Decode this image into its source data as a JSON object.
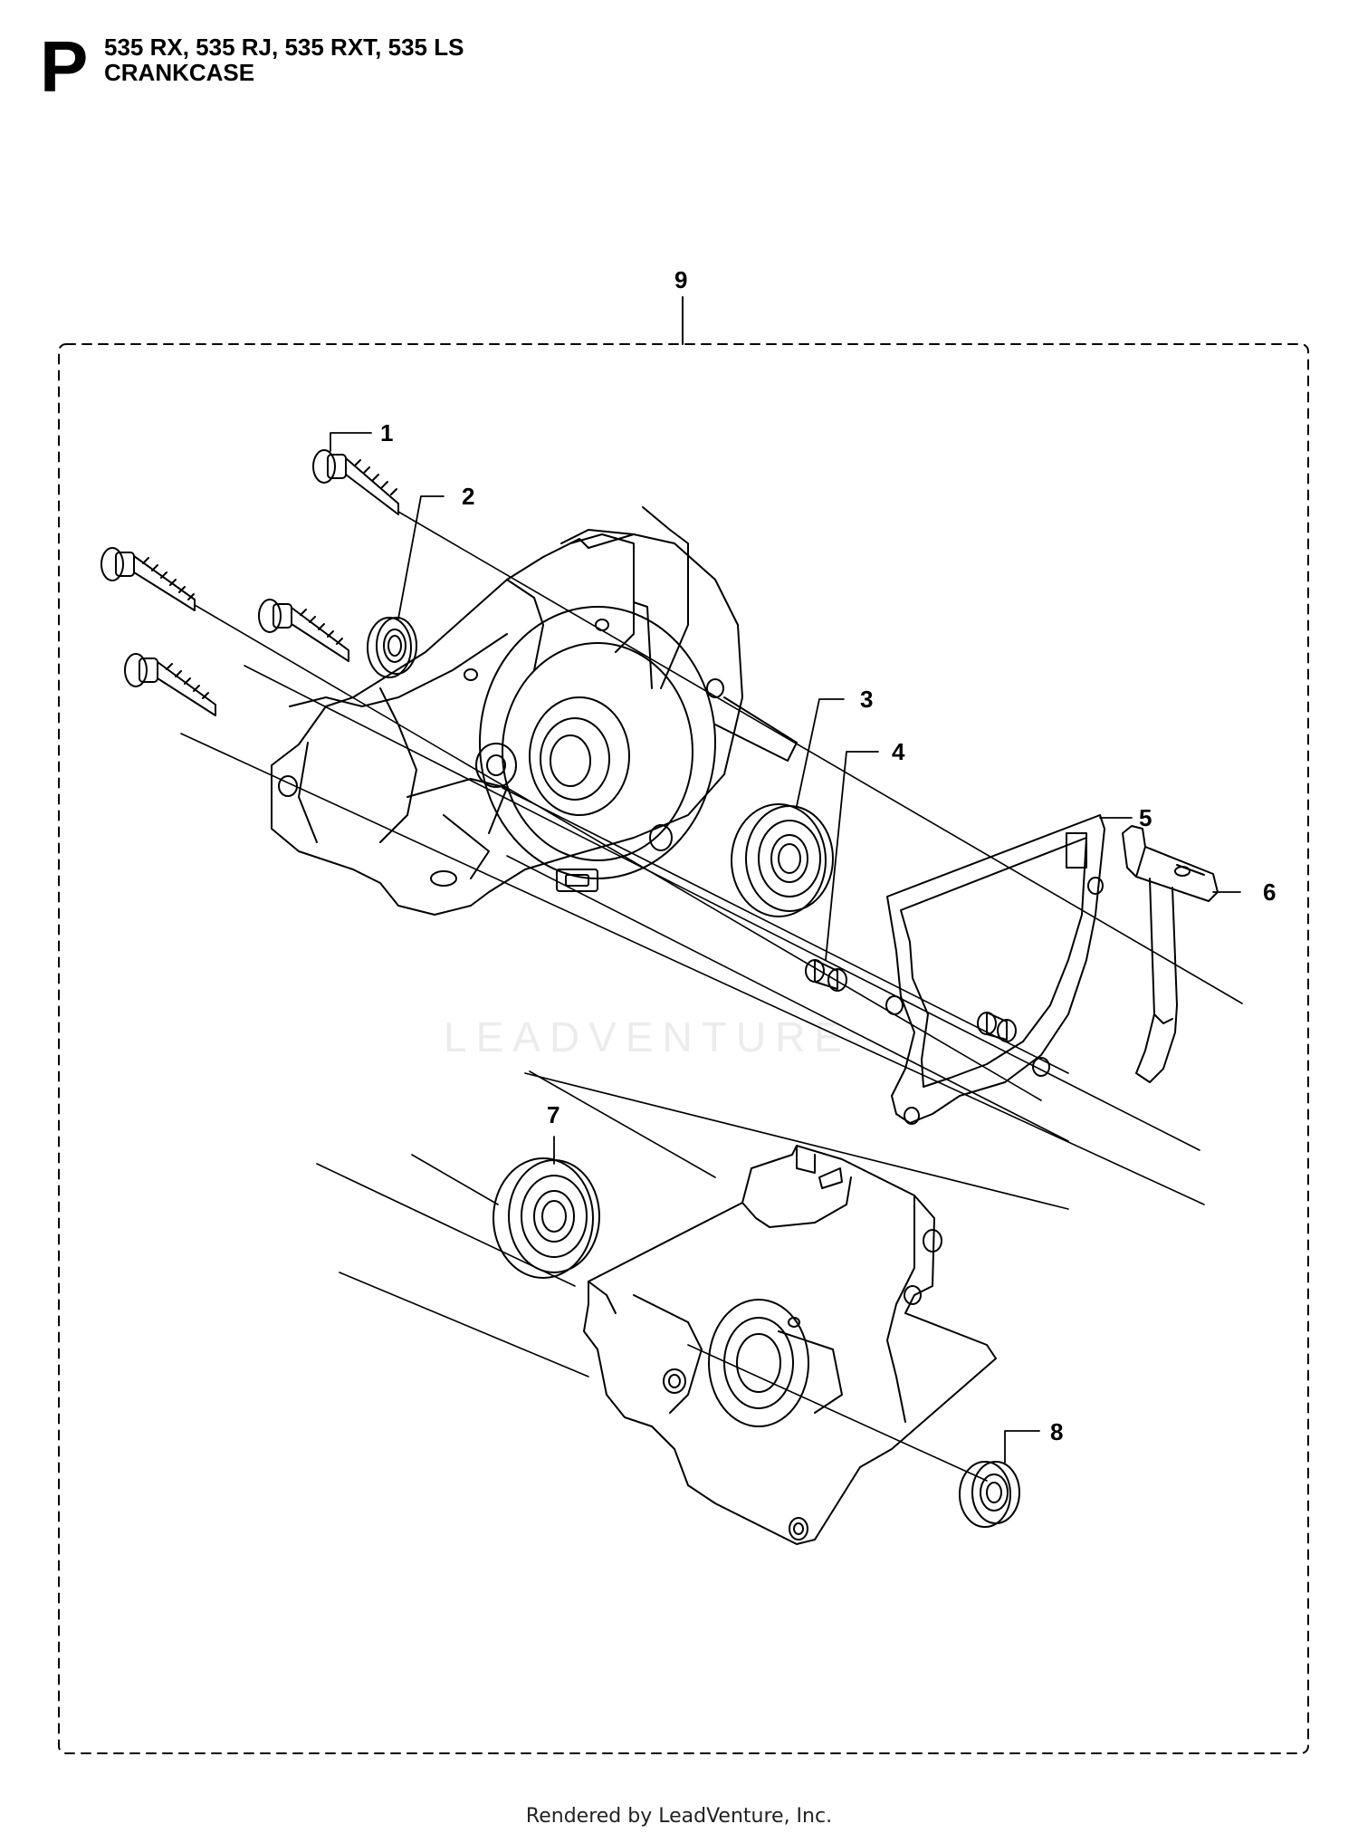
{
  "header": {
    "section_letter": "P",
    "models": "535 RX, 535 RJ, 535 RXT, 535 LS",
    "title": "CRANKCASE"
  },
  "callouts": {
    "c1": "1",
    "c2": "2",
    "c3": "3",
    "c4": "4",
    "c5": "5",
    "c6": "6",
    "c7": "7",
    "c8": "8",
    "c9": "9"
  },
  "watermark": "LEADVENTURE",
  "footer": "Rendered by LeadVenture, Inc."
}
